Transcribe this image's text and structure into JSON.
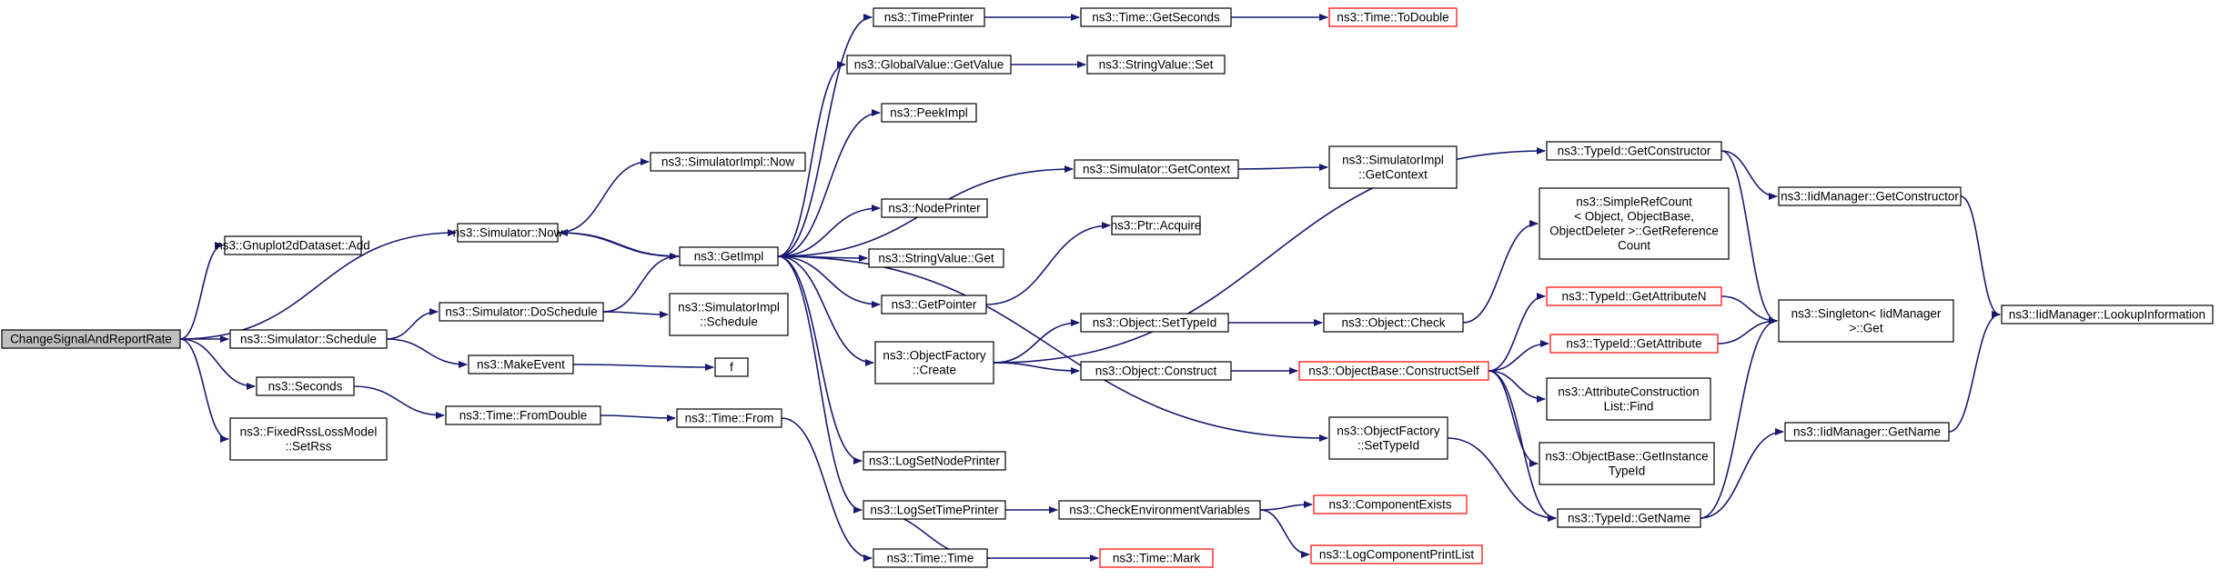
{
  "colors": {
    "edge": "#191970",
    "box_border": "#000000",
    "truncated_border": "#ff0000",
    "root_fill": "#bfbfbf",
    "fill": "#ffffff"
  },
  "nodes": [
    {
      "id": "root",
      "lines": [
        "ChangeSignalAndReportRate"
      ],
      "style": "root"
    },
    {
      "id": "gnuplot_add",
      "lines": [
        "ns3::Gnuplot2dDataset::Add"
      ],
      "style": "normal"
    },
    {
      "id": "sim_now",
      "lines": [
        "ns3::Simulator::Now"
      ],
      "style": "normal"
    },
    {
      "id": "sim_schedule",
      "lines": [
        "ns3::Simulator::Schedule"
      ],
      "style": "normal"
    },
    {
      "id": "seconds",
      "lines": [
        "ns3::Seconds"
      ],
      "style": "normal"
    },
    {
      "id": "fixed_rss",
      "lines": [
        "ns3::FixedRssLossModel",
        "::SetRss"
      ],
      "style": "normal"
    },
    {
      "id": "simimpl_now",
      "lines": [
        "ns3::SimulatorImpl::Now"
      ],
      "style": "normal"
    },
    {
      "id": "get_impl",
      "lines": [
        "ns3::GetImpl"
      ],
      "style": "normal"
    },
    {
      "id": "sim_doschedule",
      "lines": [
        "ns3::Simulator::DoSchedule"
      ],
      "style": "normal"
    },
    {
      "id": "make_event",
      "lines": [
        "ns3::MakeEvent"
      ],
      "style": "normal"
    },
    {
      "id": "time_fromdouble",
      "lines": [
        "ns3::Time::FromDouble"
      ],
      "style": "normal"
    },
    {
      "id": "simimpl_schedule",
      "lines": [
        "ns3::SimulatorImpl",
        "::Schedule"
      ],
      "style": "normal"
    },
    {
      "id": "f",
      "lines": [
        "f"
      ],
      "style": "normal"
    },
    {
      "id": "time_from",
      "lines": [
        "ns3::Time::From"
      ],
      "style": "normal"
    },
    {
      "id": "time_printer",
      "lines": [
        "ns3::TimePrinter"
      ],
      "style": "normal"
    },
    {
      "id": "globalvalue_getvalue",
      "lines": [
        "ns3::GlobalValue::GetValue"
      ],
      "style": "normal"
    },
    {
      "id": "peek_impl",
      "lines": [
        "ns3::PeekImpl"
      ],
      "style": "normal"
    },
    {
      "id": "node_printer",
      "lines": [
        "ns3::NodePrinter"
      ],
      "style": "normal"
    },
    {
      "id": "stringvalue_get",
      "lines": [
        "ns3::StringValue::Get"
      ],
      "style": "normal"
    },
    {
      "id": "get_pointer",
      "lines": [
        "ns3::GetPointer"
      ],
      "style": "normal"
    },
    {
      "id": "objectfactory_create",
      "lines": [
        "ns3::ObjectFactory",
        "::Create"
      ],
      "style": "normal"
    },
    {
      "id": "log_set_node_printer",
      "lines": [
        "ns3::LogSetNodePrinter"
      ],
      "style": "normal"
    },
    {
      "id": "log_set_time_printer",
      "lines": [
        "ns3::LogSetTimePrinter"
      ],
      "style": "normal"
    },
    {
      "id": "time_time",
      "lines": [
        "ns3::Time::Time"
      ],
      "style": "normal"
    },
    {
      "id": "time_getseconds",
      "lines": [
        "ns3::Time::GetSeconds"
      ],
      "style": "normal"
    },
    {
      "id": "stringvalue_set",
      "lines": [
        "ns3::StringValue::Set"
      ],
      "style": "normal"
    },
    {
      "id": "sim_getcontext",
      "lines": [
        "ns3::Simulator::GetContext"
      ],
      "style": "normal"
    },
    {
      "id": "ptr_acquire",
      "lines": [
        "ns3::Ptr::Acquire"
      ],
      "style": "normal"
    },
    {
      "id": "object_settypeid",
      "lines": [
        "ns3::Object::SetTypeId"
      ],
      "style": "normal"
    },
    {
      "id": "object_construct",
      "lines": [
        "ns3::Object::Construct"
      ],
      "style": "normal"
    },
    {
      "id": "objectfactory_settypeid",
      "lines": [
        "ns3::ObjectFactory",
        "::SetTypeId"
      ],
      "style": "normal"
    },
    {
      "id": "check_env",
      "lines": [
        "ns3::CheckEnvironmentVariables"
      ],
      "style": "normal"
    },
    {
      "id": "time_mark",
      "lines": [
        "ns3::Time::Mark"
      ],
      "style": "truncated"
    },
    {
      "id": "time_todouble",
      "lines": [
        "ns3::Time::ToDouble"
      ],
      "style": "truncated"
    },
    {
      "id": "simimpl_getcontext",
      "lines": [
        "ns3::SimulatorImpl",
        "::GetContext"
      ],
      "style": "normal"
    },
    {
      "id": "object_check",
      "lines": [
        "ns3::Object::Check"
      ],
      "style": "normal"
    },
    {
      "id": "objectbase_constructself",
      "lines": [
        "ns3::ObjectBase::ConstructSelf"
      ],
      "style": "truncated"
    },
    {
      "id": "component_exists",
      "lines": [
        "ns3::ComponentExists"
      ],
      "style": "truncated"
    },
    {
      "id": "log_component_print_list",
      "lines": [
        "ns3::LogComponentPrintList"
      ],
      "style": "truncated"
    },
    {
      "id": "typeid_getconstructor",
      "lines": [
        "ns3::TypeId::GetConstructor"
      ],
      "style": "normal"
    },
    {
      "id": "simplerefcount",
      "lines": [
        "ns3::SimpleRefCount",
        "< Object, ObjectBase,",
        "ObjectDeleter >::GetReference",
        "Count"
      ],
      "style": "normal"
    },
    {
      "id": "typeid_getattributen",
      "lines": [
        "ns3::TypeId::GetAttributeN"
      ],
      "style": "truncated"
    },
    {
      "id": "typeid_getattribute",
      "lines": [
        "ns3::TypeId::GetAttribute"
      ],
      "style": "truncated"
    },
    {
      "id": "attr_construction_find",
      "lines": [
        "ns3::AttributeConstruction",
        "List::Find"
      ],
      "style": "normal"
    },
    {
      "id": "objectbase_getinstancetypeid",
      "lines": [
        "ns3::ObjectBase::GetInstance",
        "TypeId"
      ],
      "style": "normal"
    },
    {
      "id": "typeid_getname",
      "lines": [
        "ns3::TypeId::GetName"
      ],
      "style": "normal"
    },
    {
      "id": "iidmanager_getconstructor",
      "lines": [
        "ns3::IidManager::GetConstructor"
      ],
      "style": "normal"
    },
    {
      "id": "singleton_get",
      "lines": [
        "ns3::Singleton< IidManager",
        ">::Get"
      ],
      "style": "normal"
    },
    {
      "id": "iidmanager_getname",
      "lines": [
        "ns3::IidManager::GetName"
      ],
      "style": "normal"
    },
    {
      "id": "iidmanager_lookupinformation",
      "lines": [
        "ns3::IidManager::LookupInformation"
      ],
      "style": "normal"
    }
  ],
  "edges": [
    [
      "root",
      "gnuplot_add"
    ],
    [
      "root",
      "sim_now"
    ],
    [
      "root",
      "sim_schedule"
    ],
    [
      "root",
      "seconds"
    ],
    [
      "root",
      "fixed_rss"
    ],
    [
      "sim_now",
      "simimpl_now"
    ],
    [
      "sim_now",
      "get_impl"
    ],
    [
      "sim_schedule",
      "sim_doschedule"
    ],
    [
      "sim_schedule",
      "make_event"
    ],
    [
      "seconds",
      "time_fromdouble"
    ],
    [
      "sim_doschedule",
      "get_impl"
    ],
    [
      "sim_doschedule",
      "simimpl_schedule"
    ],
    [
      "make_event",
      "f"
    ],
    [
      "time_fromdouble",
      "time_from"
    ],
    [
      "time_from",
      "time_time"
    ],
    [
      "get_impl",
      "sim_now"
    ],
    [
      "get_impl",
      "time_printer"
    ],
    [
      "get_impl",
      "globalvalue_getvalue"
    ],
    [
      "get_impl",
      "peek_impl"
    ],
    [
      "get_impl",
      "sim_getcontext"
    ],
    [
      "get_impl",
      "node_printer"
    ],
    [
      "get_impl",
      "stringvalue_get"
    ],
    [
      "get_impl",
      "get_pointer"
    ],
    [
      "get_impl",
      "objectfactory_create"
    ],
    [
      "get_impl",
      "objectfactory_settypeid"
    ],
    [
      "get_impl",
      "log_set_node_printer"
    ],
    [
      "get_impl",
      "log_set_time_printer"
    ],
    [
      "time_printer",
      "time_getseconds"
    ],
    [
      "time_getseconds",
      "time_todouble"
    ],
    [
      "globalvalue_getvalue",
      "stringvalue_set"
    ],
    [
      "sim_getcontext",
      "simimpl_getcontext"
    ],
    [
      "get_pointer",
      "ptr_acquire"
    ],
    [
      "objectfactory_create",
      "typeid_getconstructor"
    ],
    [
      "objectfactory_create",
      "object_settypeid"
    ],
    [
      "objectfactory_create",
      "object_construct"
    ],
    [
      "object_settypeid",
      "object_check"
    ],
    [
      "object_check",
      "simplerefcount"
    ],
    [
      "object_construct",
      "objectbase_constructself"
    ],
    [
      "objectbase_constructself",
      "typeid_getattributen"
    ],
    [
      "objectbase_constructself",
      "typeid_getattribute"
    ],
    [
      "objectbase_constructself",
      "attr_construction_find"
    ],
    [
      "objectbase_constructself",
      "objectbase_getinstancetypeid"
    ],
    [
      "objectbase_constructself",
      "typeid_getname"
    ],
    [
      "objectfactory_settypeid",
      "typeid_getname"
    ],
    [
      "log_set_time_printer",
      "check_env"
    ],
    [
      "log_set_time_printer",
      "time_time"
    ],
    [
      "check_env",
      "component_exists"
    ],
    [
      "check_env",
      "log_component_print_list"
    ],
    [
      "time_time",
      "time_mark"
    ],
    [
      "typeid_getconstructor",
      "iidmanager_getconstructor"
    ],
    [
      "typeid_getconstructor",
      "singleton_get"
    ],
    [
      "typeid_getattributen",
      "singleton_get"
    ],
    [
      "typeid_getattribute",
      "singleton_get"
    ],
    [
      "typeid_getname",
      "singleton_get"
    ],
    [
      "typeid_getname",
      "iidmanager_getname"
    ],
    [
      "iidmanager_getconstructor",
      "iidmanager_lookupinformation"
    ],
    [
      "iidmanager_getname",
      "iidmanager_lookupinformation"
    ]
  ]
}
